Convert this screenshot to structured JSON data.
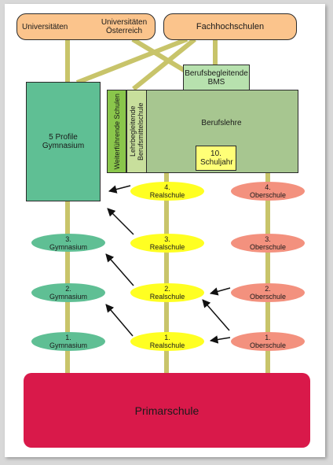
{
  "top": {
    "universitaeten": "Universitäten",
    "universitaeten_oesterreich": "Universitäten Österreich",
    "fachhochschulen": "Fachhochschulen"
  },
  "boxes": {
    "bms": "Berufsbegleitende BMS",
    "profile_gymnasium": "5 Profile Gymnasium",
    "berufslehre": "Berufslehre",
    "weiterfuehrende_schulen": "Weiterführende Schulen",
    "lehrbegleitende_berufsmittelschule": "Lehrbegleitende Berufsmittelschule",
    "zehntes_schuljahr": "10. Schuljahr"
  },
  "gymnasium": [
    {
      "num": "3.",
      "label": "Gymnasium"
    },
    {
      "num": "2.",
      "label": "Gymnasium"
    },
    {
      "num": "1.",
      "label": "Gymnasium"
    }
  ],
  "realschule": [
    {
      "num": "4.",
      "label": "Realschule"
    },
    {
      "num": "3.",
      "label": "Realschule"
    },
    {
      "num": "2.",
      "label": "Realschule"
    },
    {
      "num": "1.",
      "label": "Realschule"
    }
  ],
  "oberschule": [
    {
      "num": "4.",
      "label": "Oberschule"
    },
    {
      "num": "3.",
      "label": "Oberschule"
    },
    {
      "num": "2.",
      "label": "Oberschule"
    },
    {
      "num": "1.",
      "label": "Oberschule"
    }
  ],
  "primarschule": "Primarschule",
  "colors": {
    "connector": "#c8c46a",
    "gymnasium": "#5fbf94",
    "realschule": "#ffff22",
    "oberschule": "#f3917e",
    "primarschule": "#d9194a",
    "top_boxes": "#fbc48c"
  }
}
